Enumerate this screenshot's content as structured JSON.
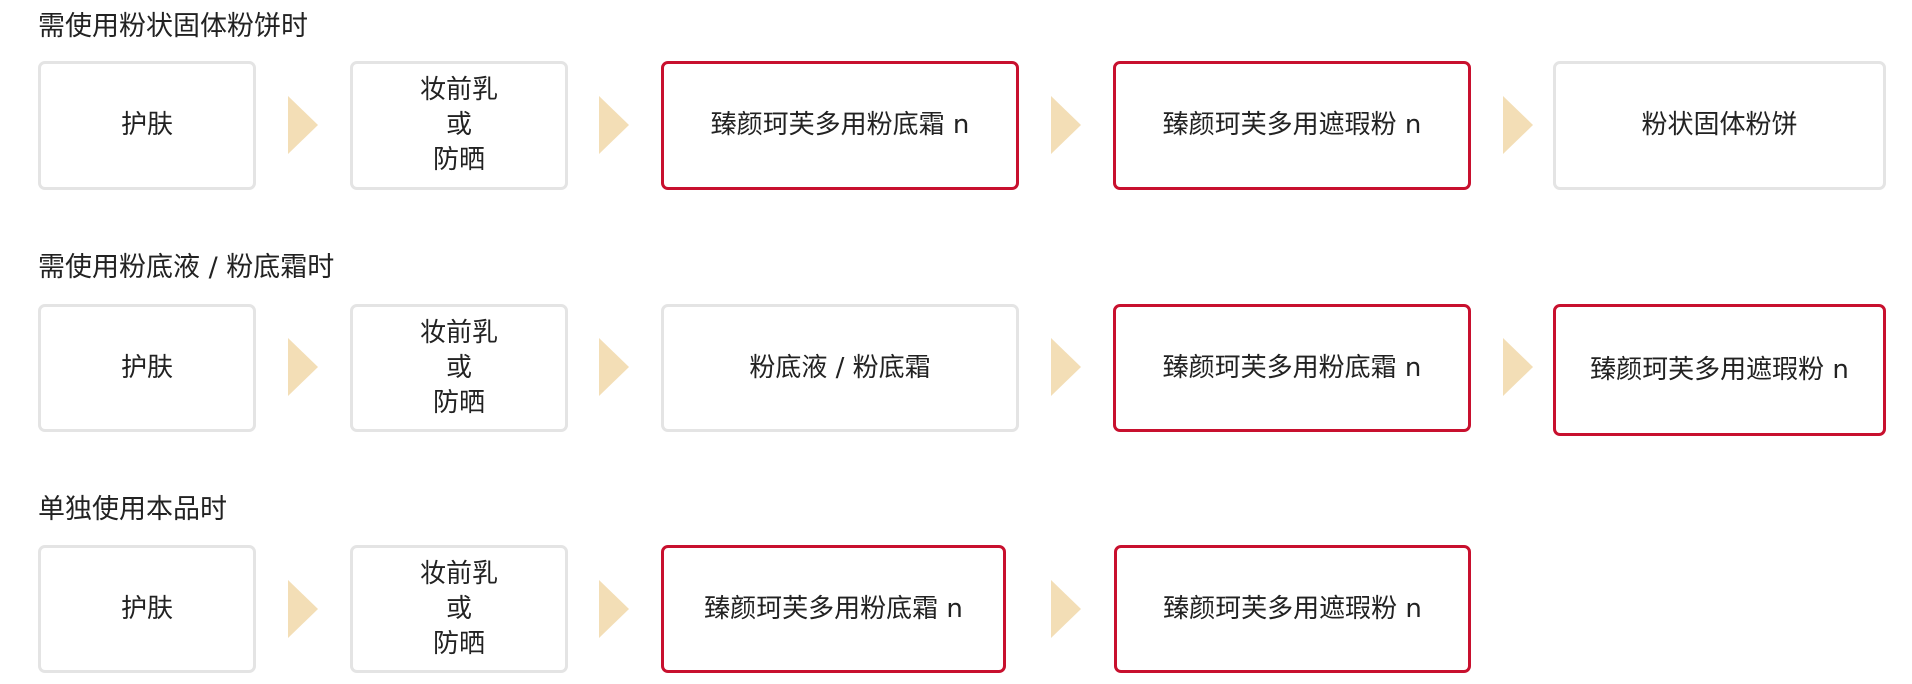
{
  "colors": {
    "highlight": "#c8102e",
    "normal_border": "#e4e4e4",
    "arrow": "#f3deb6"
  },
  "rows": [
    {
      "title": "需使用粉状固体粉饼时",
      "steps": [
        {
          "label": "护肤",
          "highlight": false
        },
        {
          "label": "妆前乳\n或\n防晒",
          "highlight": false
        },
        {
          "label": "臻颜珂芙多用粉底霜 n",
          "highlight": true
        },
        {
          "label": "臻颜珂芙多用遮瑕粉 n",
          "highlight": true
        },
        {
          "label": "粉状固体粉饼",
          "highlight": false
        }
      ]
    },
    {
      "title": "需使用粉底液 / 粉底霜时",
      "steps": [
        {
          "label": "护肤",
          "highlight": false
        },
        {
          "label": "妆前乳\n或\n防晒",
          "highlight": false
        },
        {
          "label": "粉底液 / 粉底霜",
          "highlight": false
        },
        {
          "label": "臻颜珂芙多用粉底霜 n",
          "highlight": true
        },
        {
          "label": "臻颜珂芙多用遮瑕粉 n",
          "highlight": true
        }
      ]
    },
    {
      "title": "单独使用本品时",
      "steps": [
        {
          "label": "护肤",
          "highlight": false
        },
        {
          "label": "妆前乳\n或\n防晒",
          "highlight": false
        },
        {
          "label": "臻颜珂芙多用粉底霜 n",
          "highlight": true
        },
        {
          "label": "臻颜珂芙多用遮瑕粉 n",
          "highlight": true
        }
      ]
    }
  ]
}
